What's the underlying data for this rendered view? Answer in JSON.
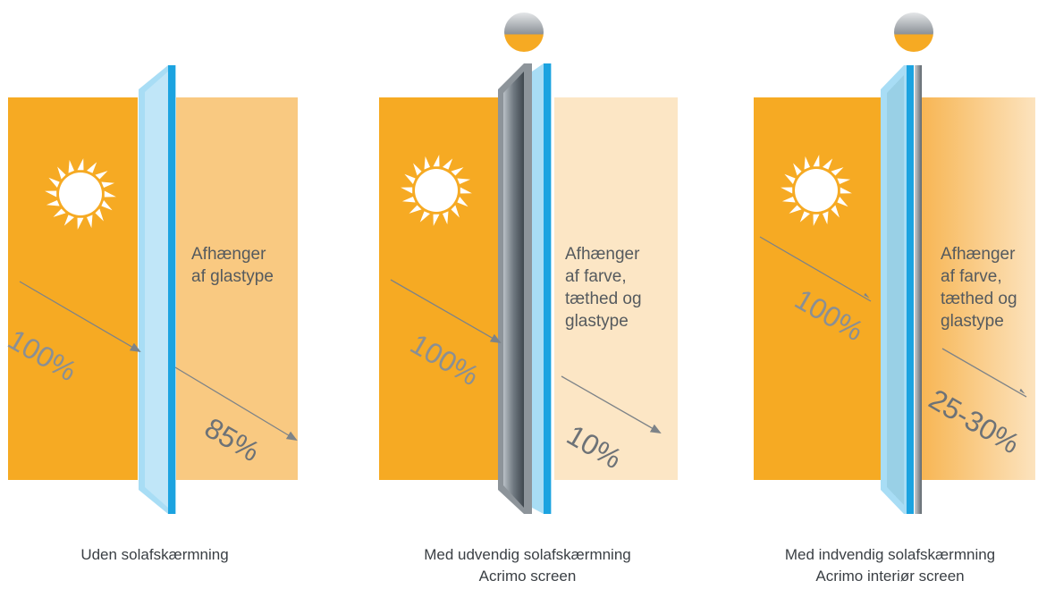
{
  "colors": {
    "outside": "#F6AA23",
    "inside_panel1": "#F9C981",
    "inside_panel2": "#FCE6C5",
    "inside_panel3": "#F9C981",
    "glass": "#9FD9F4",
    "glass_edge": "#1BA3E0",
    "arrow": "#7d8388",
    "sun": "#ffffff"
  },
  "panels": [
    {
      "label_lines": [
        "Afhænger",
        "af glastype"
      ],
      "incoming": "100%",
      "outgoing": "85%",
      "caption_lines": [
        "Uden solafskærmning"
      ],
      "screen": "none"
    },
    {
      "label_lines": [
        "Afhænger",
        "af farve,",
        "tæthed og",
        "glastype"
      ],
      "incoming": "100%",
      "outgoing": "10%",
      "caption_lines": [
        "Med udvendig solafskærmning",
        "Acrimo screen"
      ],
      "screen": "exterior"
    },
    {
      "label_lines": [
        "Afhænger",
        "af farve,",
        "tæthed og",
        "glastype"
      ],
      "incoming": "100%",
      "outgoing": "25-30%",
      "caption_lines": [
        "Med indvendig solafskærmning",
        "Acrimo interiør screen"
      ],
      "screen": "interior"
    }
  ]
}
